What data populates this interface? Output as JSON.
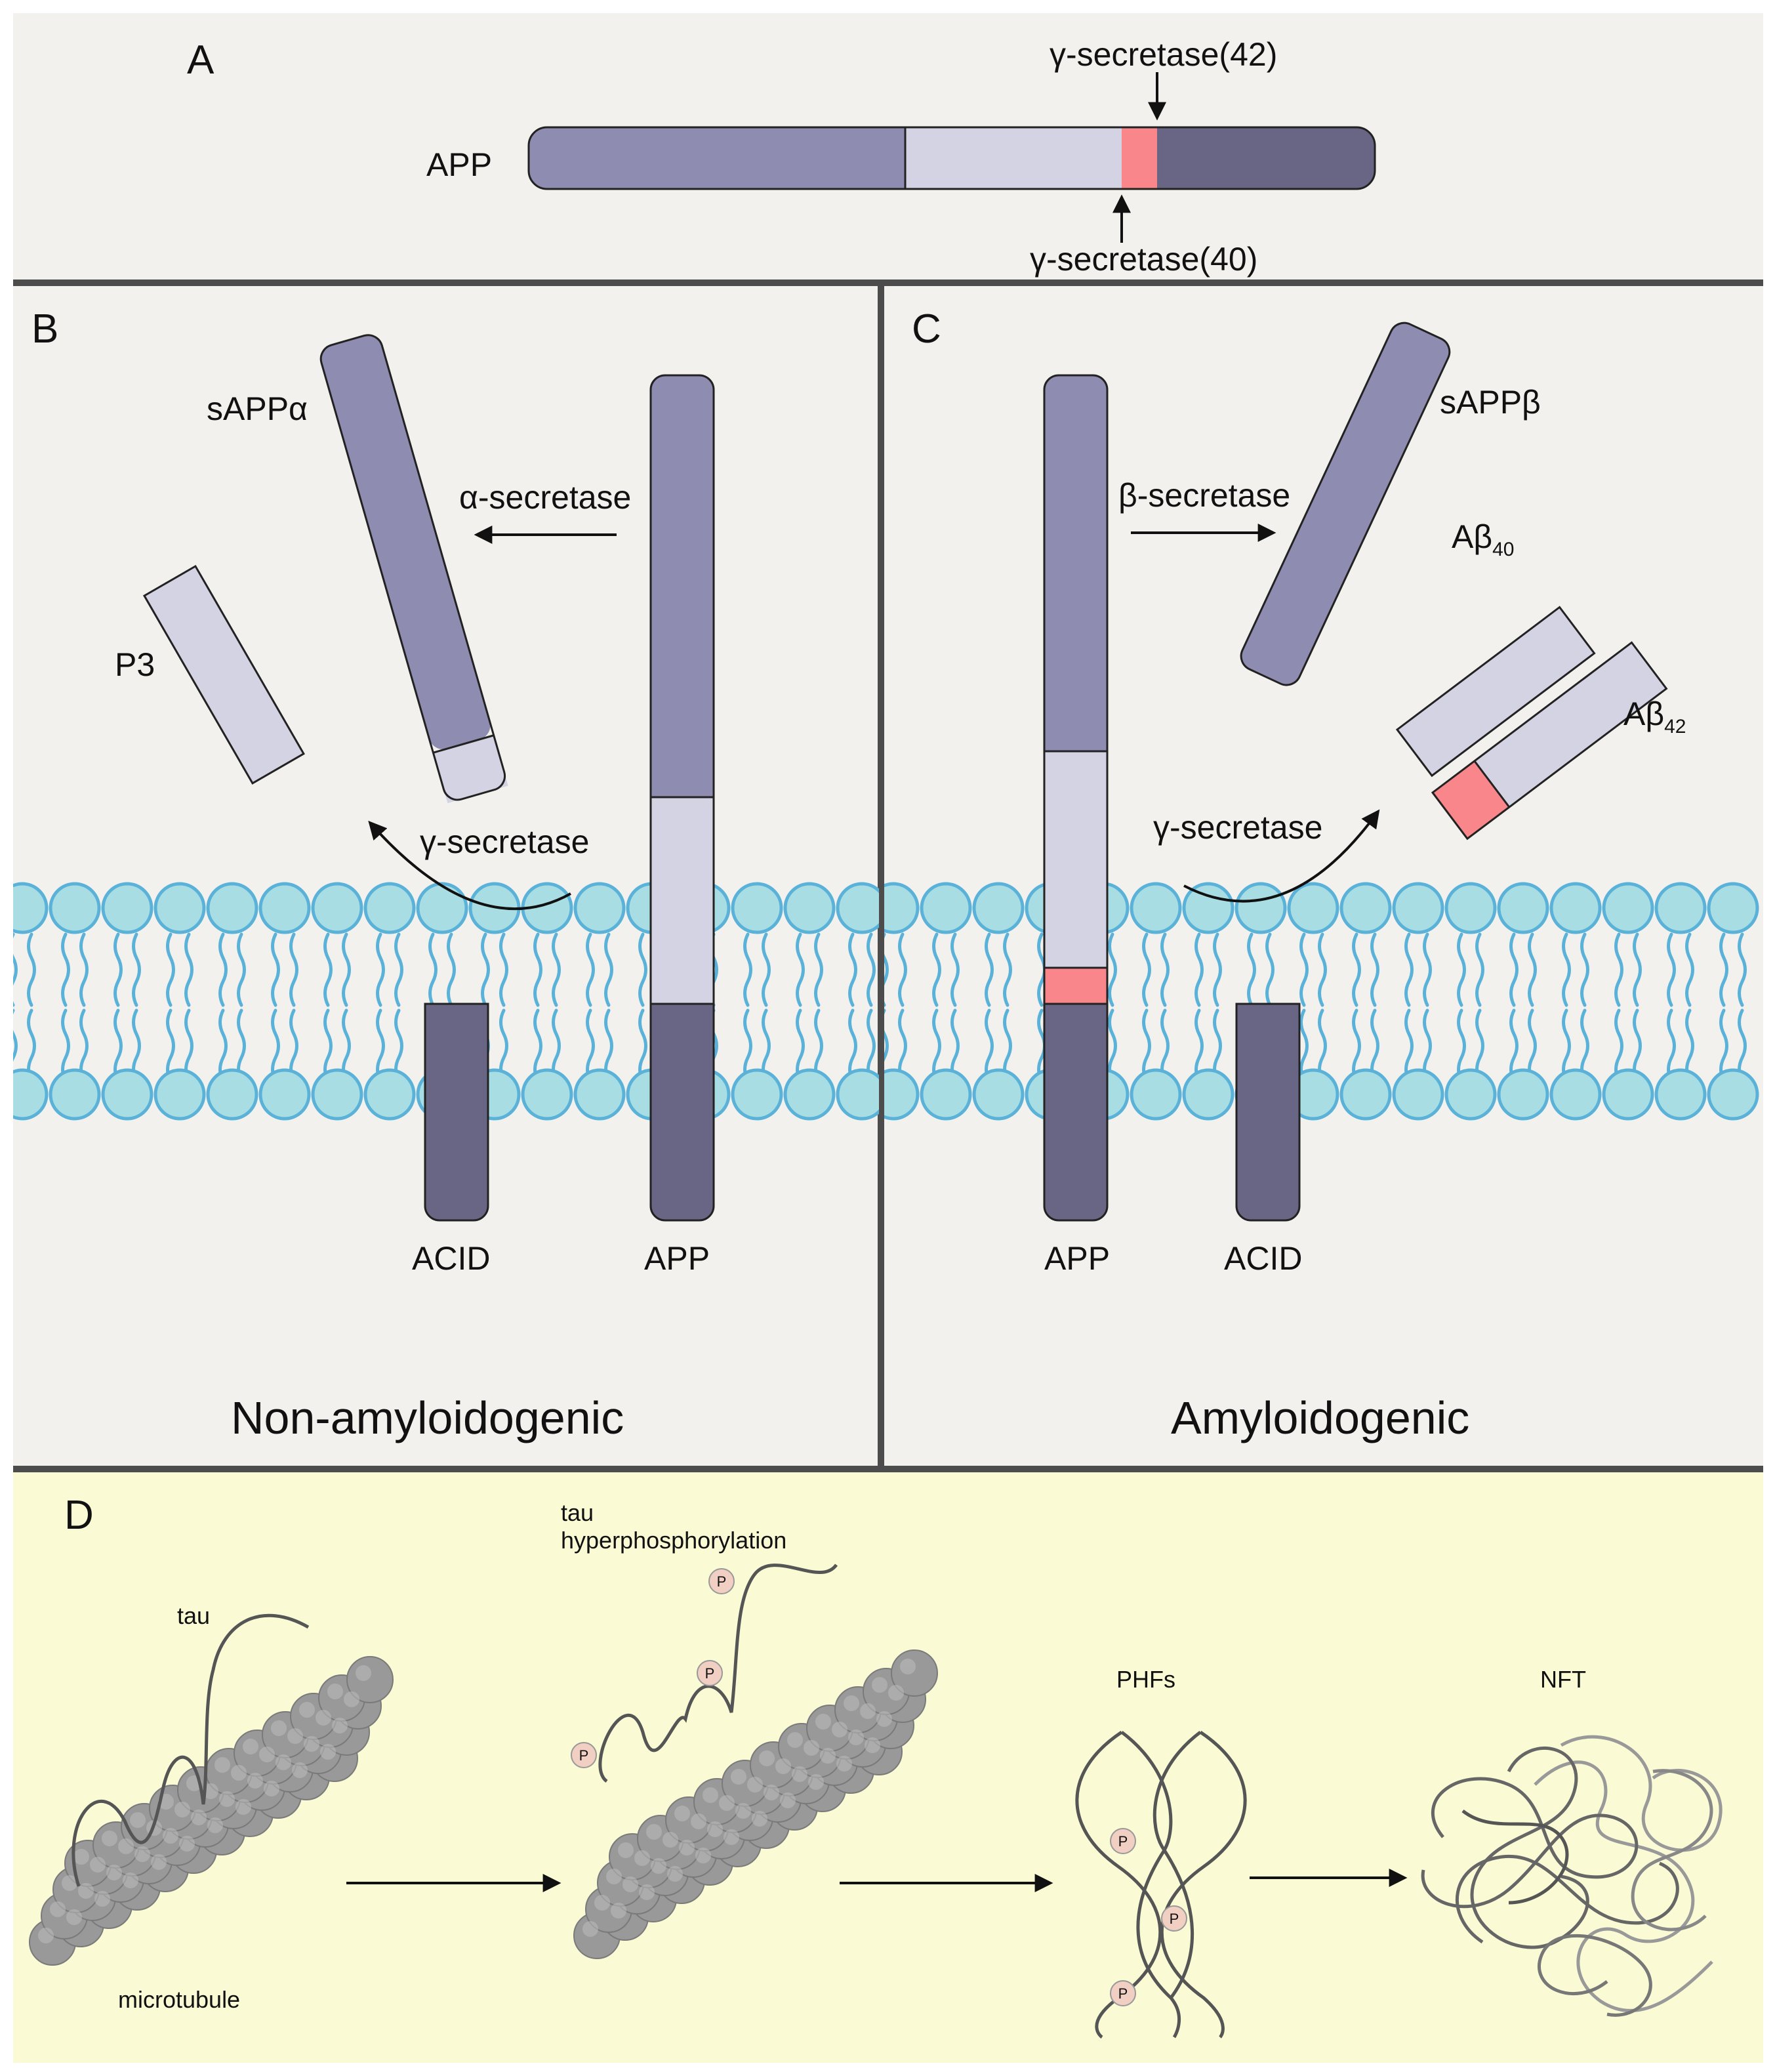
{
  "colors": {
    "background_gray": "#f3f1ed",
    "background_yellow": "#fafad4",
    "divider": "#4c4c4c",
    "segment_extracellular": "#8e8cb0",
    "segment_abeta": "#d4d3e3",
    "segment_cleavage": "#f9868a",
    "segment_intracellular": "#686684",
    "lipid_head": "#a9dde4",
    "lipid_outline": "#5ab2d9",
    "microtubule": "#999999",
    "tau": "#555555",
    "phospho": "#f1cfc2"
  },
  "panel_a": {
    "letter": "A",
    "app_label": "APP",
    "gamma42_label": "γ-secretase(42)",
    "gamma40_label": "γ-secretase(40)"
  },
  "panel_b": {
    "letter": "B",
    "sapp_label": "sAPPα",
    "p3_label": "P3",
    "alpha_label": "α-secretase",
    "gamma_label": "γ-secretase",
    "acid_label": "ACID",
    "app_label": "APP",
    "title": "Non-amyloidogenic"
  },
  "panel_c": {
    "letter": "C",
    "sapp_label": "sAPPβ",
    "beta_label": "β-secretase",
    "ab40_base": "Aβ",
    "ab40_sub": "40",
    "ab42_base": "Aβ",
    "ab42_sub": "42",
    "gamma_label": "γ-secretase",
    "app_label": "APP",
    "acid_label": "ACID",
    "title": "Amyloidogenic"
  },
  "panel_d": {
    "letter": "D",
    "tau_label": "tau",
    "hyper_line1": "tau",
    "hyper_line2": "hyperphosphorylation",
    "microtubule_label": "microtubule",
    "phfs_label": "PHFs",
    "nft_label": "NFT",
    "phospho_label": "P"
  },
  "icons": {
    "arrow": "arrow-icon",
    "curved_arrow": "curved-arrow-icon",
    "phosphate": "phosphate-icon",
    "lipid_bilayer": "lipid-bilayer-icon",
    "microtubule": "microtubule-icon"
  }
}
